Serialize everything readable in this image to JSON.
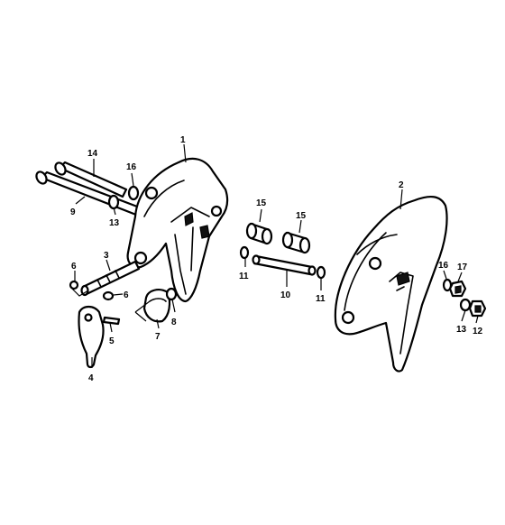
{
  "diagram": {
    "callouts": [
      {
        "id": "c1",
        "text": "1"
      },
      {
        "id": "c2",
        "text": "2"
      },
      {
        "id": "c3",
        "text": "3"
      },
      {
        "id": "c4",
        "text": "4"
      },
      {
        "id": "c5",
        "text": "5"
      },
      {
        "id": "c6a",
        "text": "6"
      },
      {
        "id": "c6b",
        "text": "6"
      },
      {
        "id": "c7",
        "text": "7"
      },
      {
        "id": "c8",
        "text": "8"
      },
      {
        "id": "c9",
        "text": "9"
      },
      {
        "id": "c10",
        "text": "10"
      },
      {
        "id": "c11a",
        "text": "11"
      },
      {
        "id": "c11b",
        "text": "11"
      },
      {
        "id": "c12",
        "text": "12"
      },
      {
        "id": "c13a",
        "text": "13"
      },
      {
        "id": "c13b",
        "text": "13"
      },
      {
        "id": "c14",
        "text": "14"
      },
      {
        "id": "c15a",
        "text": "15"
      },
      {
        "id": "c15b",
        "text": "15"
      },
      {
        "id": "c16a",
        "text": "16"
      },
      {
        "id": "c16b",
        "text": "16"
      },
      {
        "id": "c17",
        "text": "17"
      }
    ]
  }
}
